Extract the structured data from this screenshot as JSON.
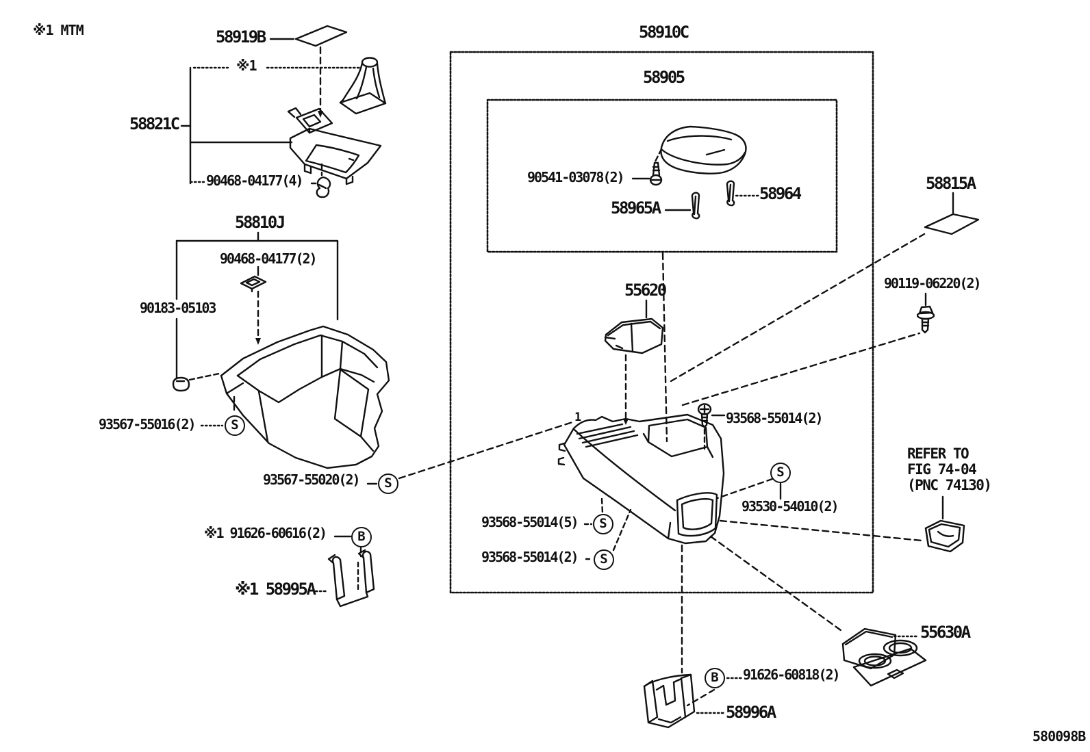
{
  "title_note": "※1 MTM",
  "diagram_code": "580098B",
  "callout_1": "1",
  "symbols": {
    "screw": "S",
    "bolt": "B"
  },
  "ref_note": {
    "line1": "REFER TO",
    "line2": "FIG 74-04",
    "line3": "(PNC 74130)"
  },
  "parts": {
    "sticker_top": "58919B",
    "mtm_mark": "※1",
    "upper_panel": "58821C",
    "screw_90468_4": "90468-04177(4)",
    "console_rear": "58810J",
    "screw_90468_2": "90468-04177(2)",
    "clip_90183": "90183-05103",
    "screw_93567_16": "93567-55016(2)",
    "screw_93567_20": "93567-55020(2)",
    "bolt_91626_60616": "※1 91626-60616(2)",
    "bracket_58995A": "※1 58995A",
    "console_box_assy": "58910C",
    "armrest_assy": "58905",
    "screw_90541": "90541-03078(2)",
    "hinge_pin_58965A": "58965A",
    "hinge_pin_58964": "58964",
    "ashtray_55620": "55620",
    "sticker_side": "58815A",
    "bolt_90119": "90119-06220(2)",
    "screw_93568_top": "93568-55014(2)",
    "screw_93568_5": "93568-55014(5)",
    "screw_93568_bot": "93568-55014(2)",
    "screw_93530": "93530-54010(2)",
    "cup_holder_55630A": "55630A",
    "bolt_91626_60818": "91626-60818(2)",
    "bracket_58996A": "58996A"
  }
}
